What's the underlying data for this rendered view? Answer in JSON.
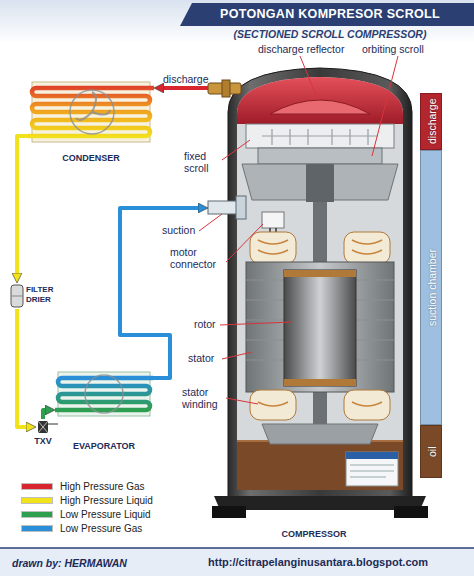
{
  "diagram": {
    "title": "POTONGAN KOMPRESOR SCROLL",
    "nodes": [
      {
        "text": [
          "CONDENSER"
        ]
      },
      {
        "text": [
          "FILTER DRIER"
        ]
      },
      {
        "text": [
          "TXV"
        ]
      },
      {
        "text": [
          "EVAPORATOR"
        ]
      },
      {
        "text": [
          "COMPRESSOR"
        ]
      },
      {
        "text": [
          "discharge"
        ]
      },
      {
        "text": [
          "suction chamber"
        ]
      },
      {
        "text": [
          "oil"
        ]
      }
    ],
    "edges": [
      {
        "from": 4,
        "to": 0,
        "arrow": "to"
      },
      {
        "from": 0,
        "to": 1,
        "arrow": "to"
      },
      {
        "from": 1,
        "to": 2,
        "arrow": "to"
      },
      {
        "from": 2,
        "to": 3,
        "arrow": "to"
      },
      {
        "from": 3,
        "to": 4,
        "arrow": "to"
      }
    ],
    "labels": [
      "(SECTIONED SCROLL COMPRESSOR)",
      "discharge reflector",
      "orbiting scroll",
      "discharge",
      "fixed scroll",
      "suction",
      "motor connector",
      "rotor",
      "stator",
      "stator winding",
      "drawn by: HERMAWAN",
      "http://citrapelanginusantara.blogspot.com"
    ],
    "legend": [
      {
        "text": "High Pressure Gas",
        "color": "#d9262e"
      },
      {
        "text": "High Pressure Liquid",
        "color": "#f2e21c"
      },
      {
        "text": "Low Pressure Liquid",
        "color": "#2e9e4f"
      },
      {
        "text": "Low Pressure Gas",
        "color": "#2a8fd8"
      }
    ]
  }
}
